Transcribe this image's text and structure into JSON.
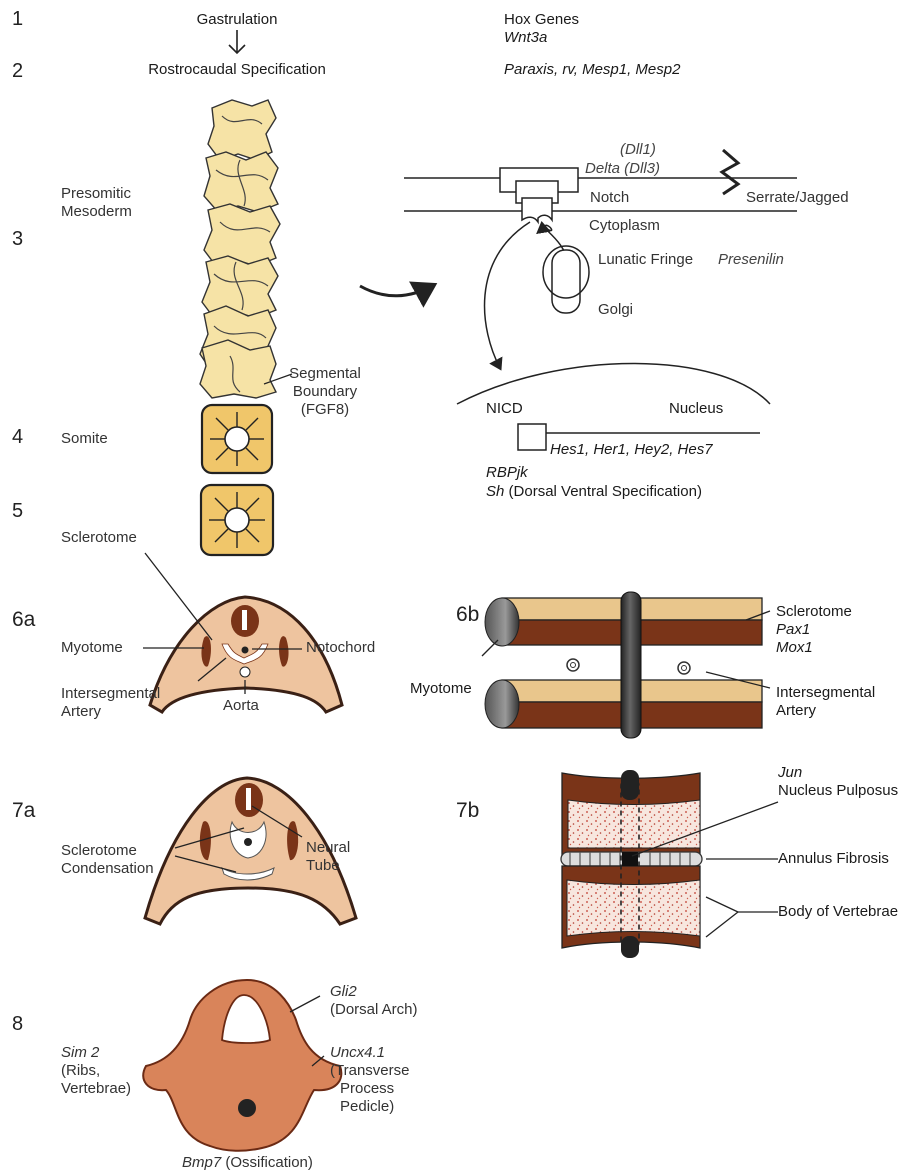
{
  "steps": {
    "n1": "1",
    "n2": "2",
    "n3": "3",
    "n4": "4",
    "n5": "5",
    "n6a": "6a",
    "n6b": "6b",
    "n7a": "7a",
    "n7b": "7b",
    "n8": "8"
  },
  "row1": {
    "gastrulation": "Gastrulation",
    "hox": "Hox Genes",
    "wnt": "Wnt3a"
  },
  "row2": {
    "rostrocaudal": "Rostrocaudal Specification",
    "genes": "Paraxis, rv, Mesp1, Mesp2"
  },
  "row3": {
    "psm_line1": "Presomitic",
    "psm_line2": "Mesoderm",
    "seg_line1": "Segmental",
    "seg_line2": "Boundary",
    "seg_line3": "(FGF8)",
    "dll1": "(Dll1)",
    "delta": "Delta (Dll3)",
    "notch": "Notch",
    "serrate": "Serrate/Jagged",
    "cytoplasm": "Cytoplasm",
    "lunatic": "Lunatic Fringe",
    "presenilin": "Presenilin",
    "golgi": "Golgi",
    "nicd": "NICD",
    "nucleus": "Nucleus",
    "hes": "Hes1, Her1, Hey2, Hes7",
    "rbpjk": "RBPjk",
    "sh": "Sh",
    "sh_rest": " (Dorsal Ventral Specification)"
  },
  "row4": {
    "somite": "Somite"
  },
  "row6a": {
    "sclerotome": "Sclerotome",
    "myotome": "Myotome",
    "notochord": "Notochord",
    "isa_line1": "Intersegmental",
    "isa_line2": "Artery",
    "aorta": "Aorta"
  },
  "row6b": {
    "sclerotome": "Sclerotome",
    "pax1": "Pax1",
    "mox1": "Mox1",
    "myotome": "Myotome",
    "isa_line1": "Intersegmental",
    "isa_line2": "Artery"
  },
  "row7a": {
    "scl_line1": "Sclerotome",
    "scl_line2": "Condensation",
    "neural_line1": "Neural",
    "neural_line2": "Tube"
  },
  "row7b": {
    "jun": "Jun",
    "pulposus": "Nucleus Pulposus",
    "annulus": "Annulus Fibrosis",
    "body": "Body of Vertebrae"
  },
  "row8": {
    "gli2": "Gli2",
    "dorsal_arch": "(Dorsal Arch)",
    "sim2": "Sim 2",
    "ribs": "(Ribs,",
    "vertebrae": "Vertebrae)",
    "uncx": "Uncx4.1",
    "transverse": "(Transverse",
    "process": "Process",
    "pedicle": "Pedicle)",
    "bmp7": "Bmp7",
    "ossification": " (Ossification)"
  },
  "colors": {
    "psm_fill": "#f6e3a6",
    "somite_fill": "#f0c66a",
    "tissue": "#eec49f",
    "muscle": "#7a3418",
    "sclerotome_band": "#e9c68c",
    "rod": "#3b3b3b",
    "vertebra": "#d9845a"
  }
}
